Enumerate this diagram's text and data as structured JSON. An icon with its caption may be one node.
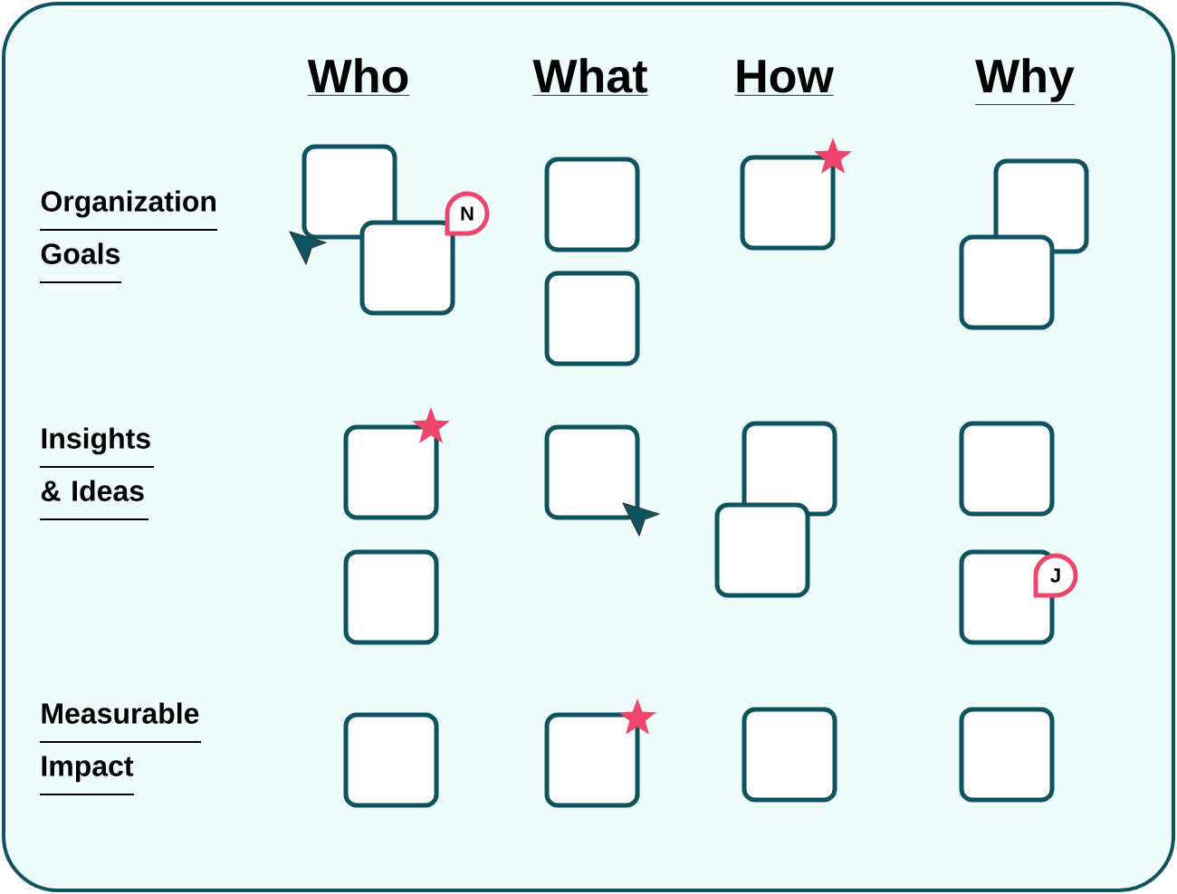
{
  "diagram": {
    "nodes": [
      {
        "text": [],
        "shape": "box"
      },
      {
        "text": [],
        "shape": "box"
      },
      {
        "text": [],
        "shape": "box"
      },
      {
        "text": [],
        "shape": "box"
      },
      {
        "text": [],
        "shape": "box"
      },
      {
        "text": [],
        "shape": "box"
      },
      {
        "text": [],
        "shape": "box"
      },
      {
        "text": [],
        "shape": "box"
      },
      {
        "text": [],
        "shape": "box"
      },
      {
        "text": [],
        "shape": "box"
      },
      {
        "text": [],
        "shape": "box"
      },
      {
        "text": [],
        "shape": "box"
      },
      {
        "text": [],
        "shape": "box"
      },
      {
        "text": [],
        "shape": "box"
      },
      {
        "text": [],
        "shape": "box"
      },
      {
        "text": [],
        "shape": "box"
      },
      {
        "text": [],
        "shape": "box"
      },
      {
        "text": [],
        "shape": "box"
      }
    ],
    "labels": [
      "Who",
      "What",
      "How",
      "Why",
      "Organization Goals",
      "N",
      "Insights & Ideas",
      "J",
      "Measurable Impact"
    ]
  }
}
